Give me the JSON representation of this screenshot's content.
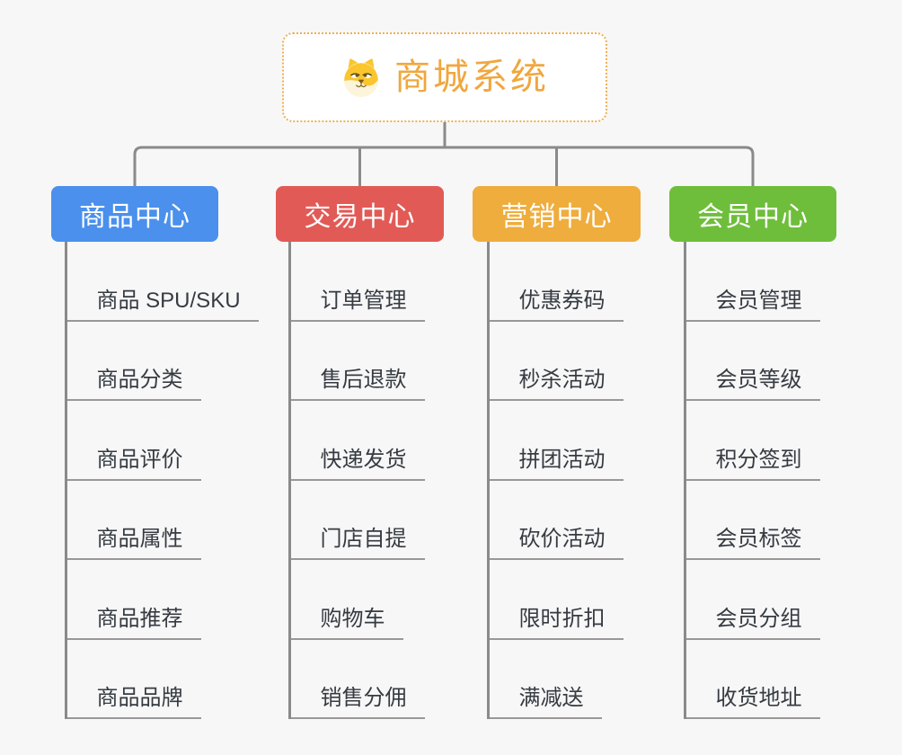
{
  "canvas": {
    "background_color": "#F7F7F7",
    "connector_color": "#8A8A8A"
  },
  "root": {
    "title": "商城系统",
    "icon": "dog-face-icon",
    "text_color": "#F0A73E",
    "border_color": "#ECAF54"
  },
  "branches": [
    {
      "label": "商品中心",
      "color": "#4A90EC",
      "items": [
        "商品 SPU/SKU",
        "商品分类",
        "商品评价",
        "商品属性",
        "商品推荐",
        "商品品牌"
      ]
    },
    {
      "label": "交易中心",
      "color": "#E25A56",
      "items": [
        "订单管理",
        "售后退款",
        "快递发货",
        "门店自提",
        "购物车",
        "销售分佣"
      ]
    },
    {
      "label": "营销中心",
      "color": "#EFAD3D",
      "items": [
        "优惠券码",
        "秒杀活动",
        "拼团活动",
        "砍价活动",
        "限时折扣",
        "满减送"
      ]
    },
    {
      "label": "会员中心",
      "color": "#6EBE3B",
      "items": [
        "会员管理",
        "会员等级",
        "积分签到",
        "会员标签",
        "会员分组",
        "收货地址"
      ]
    }
  ]
}
